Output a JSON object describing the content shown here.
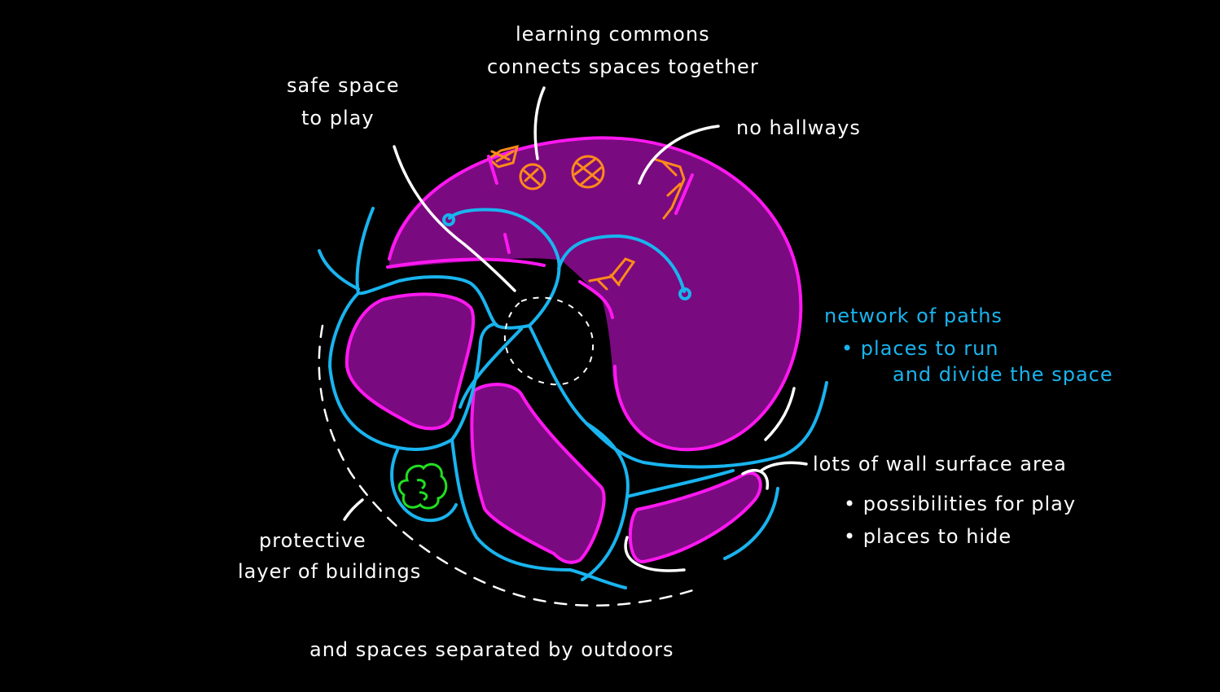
{
  "labels": {
    "learning_commons_1": "learning commons",
    "learning_commons_2": "connects spaces together",
    "safe_space_1": "safe space",
    "safe_space_2": "to play",
    "no_hallways": "no hallways",
    "network_1": "network of paths",
    "network_2": "• places to run",
    "network_3": "and divide the space",
    "wall_1": "lots of wall surface area",
    "wall_2": "• possibilities for play",
    "wall_3": "• places to hide",
    "protective_1": "protective",
    "protective_2": "layer of buildings",
    "separated": "and spaces separated by outdoors"
  },
  "colors": {
    "background": "#000000",
    "fill": "#7a0a80",
    "outline": "#ff18f0",
    "path": "#19b4ef",
    "text": "#ffffff",
    "accent": "#ff8a1a",
    "tree": "#20e020"
  }
}
